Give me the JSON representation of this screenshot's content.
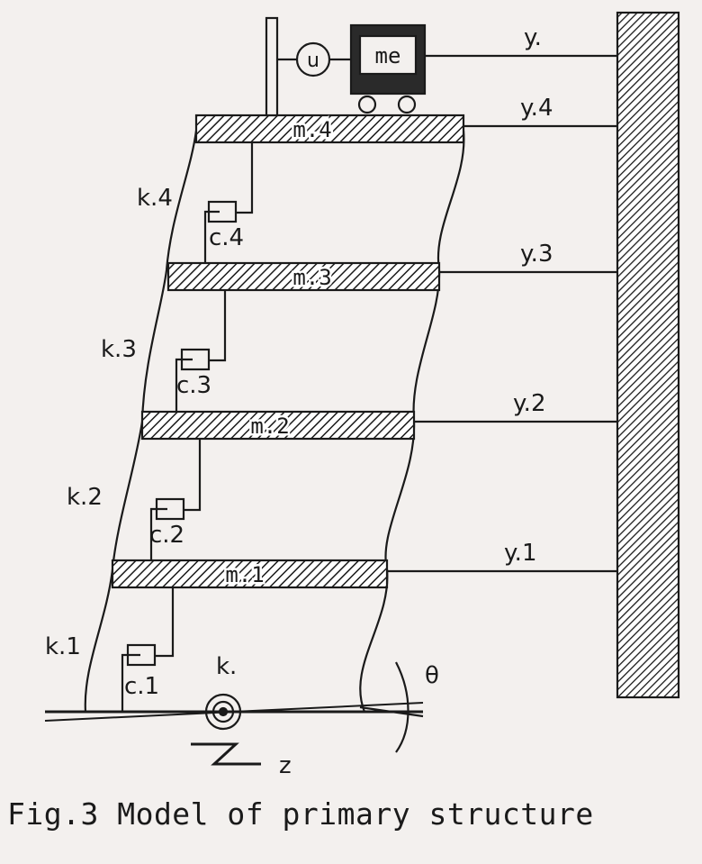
{
  "labels": {
    "ye": "y.",
    "y4": "y.4",
    "y3": "y.3",
    "y2": "y.2",
    "y1": "y.1",
    "m4": "m.4",
    "m3": "m.3",
    "m2": "m.2",
    "m1": "m.1",
    "me": "me",
    "u": "u",
    "k4": "k.4",
    "k3": "k.3",
    "k2": "k.2",
    "k1": "k.1",
    "c4": "c.4",
    "c3": "c.3",
    "c2": "c.2",
    "c1": "c.1",
    "ke": "k.",
    "theta": "θ",
    "z": "z"
  },
  "caption": "Fig.3 Model of primary structure"
}
